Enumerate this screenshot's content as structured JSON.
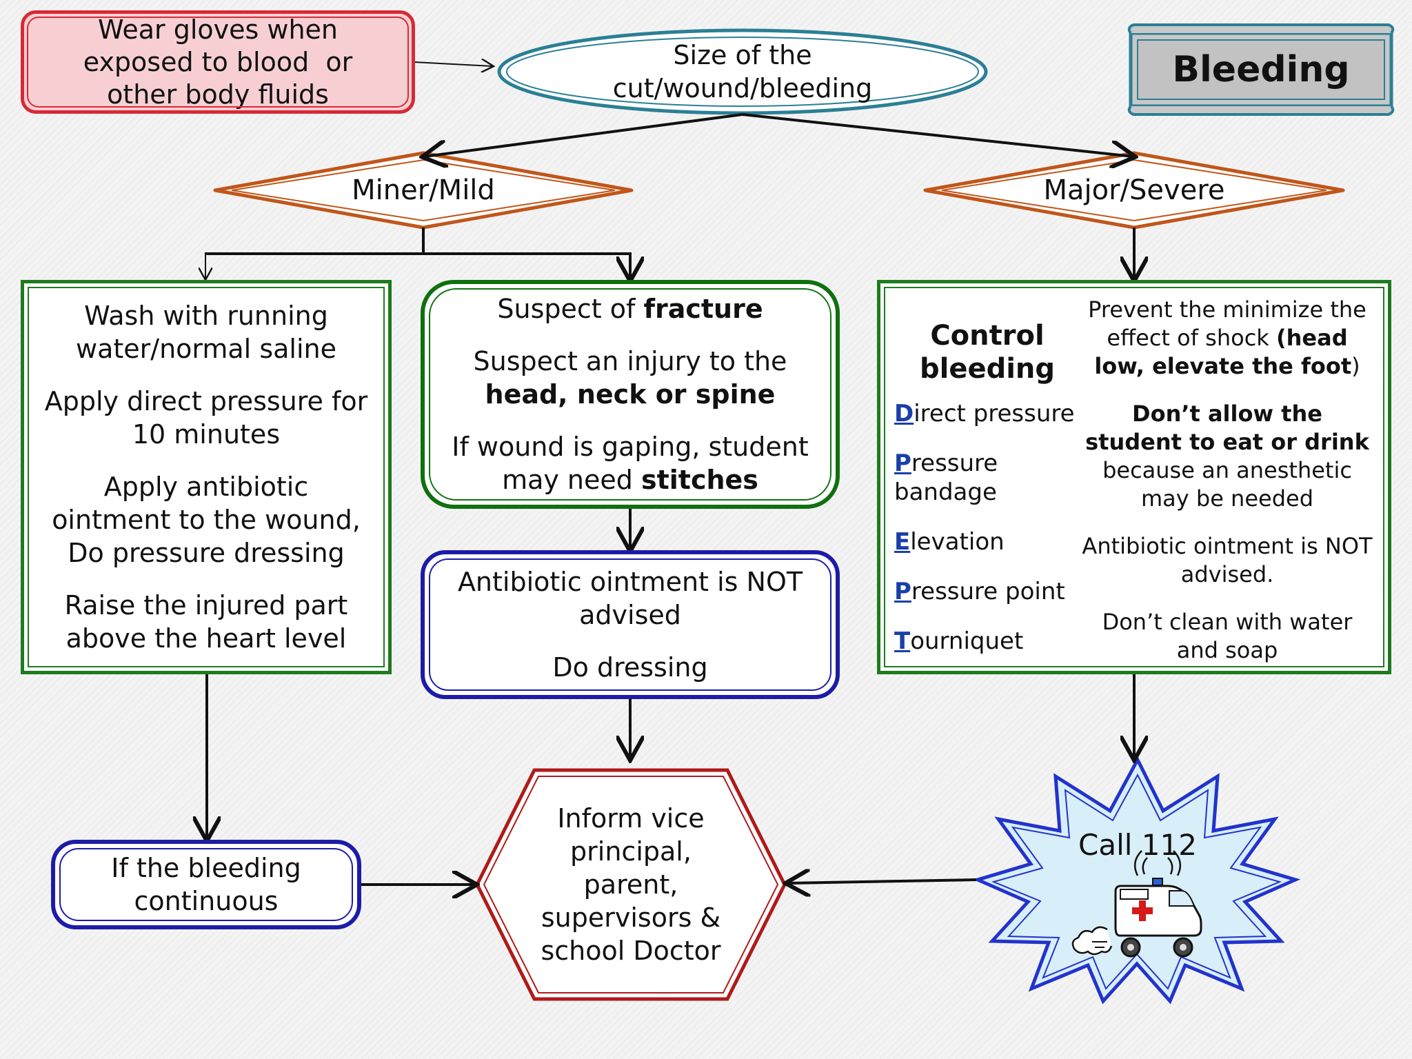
{
  "title": "Bleeding",
  "gloves": [
    "Wear gloves when",
    "exposed to blood  or",
    "other body fluids"
  ],
  "size": [
    "Size of the",
    "cut/wound/bleeding"
  ],
  "minor": "Miner/Mild",
  "major": "Major/Severe",
  "wash": {
    "l1": "Wash with running water/normal saline",
    "l2": "Apply direct pressure for 10 minutes",
    "l3": "Apply antibiotic ointment to the wound, Do pressure dressing",
    "l4": "Raise the injured part above the heart level"
  },
  "suspect": {
    "fracture_pre": "Suspect of ",
    "fracture_bold": "fracture",
    "injury_pre": "Suspect an injury to the",
    "injury_bold": "head, neck or spine",
    "gaping_pre": "If wound is gaping, student may need ",
    "gaping_bold": "stitches"
  },
  "ointment": {
    "l1": "Antibiotic ointment is NOT advised",
    "l2": "Do dressing"
  },
  "control": {
    "title": "Control bleeding",
    "items": [
      {
        "initial": "D",
        "rest": "irect pressure"
      },
      {
        "initial": "P",
        "rest": "ressure bandage"
      },
      {
        "initial": "E",
        "rest": "levation"
      },
      {
        "initial": "P",
        "rest": "ressure point"
      },
      {
        "initial": "T",
        "rest": "ourniquet"
      }
    ],
    "shock_pre": "Prevent the minimize the effect of shock ",
    "shock_bold": "(head low, elevate the foot",
    "shock_post": ")",
    "eat_bold": "Don’t allow the student to eat or drink",
    "eat_post": " because an anesthetic may be needed",
    "ointment": "Antibiotic ointment is NOT advised.",
    "clean": "Don’t clean with water and soap"
  },
  "continuous": "If the bleeding continuous",
  "inform": [
    "Inform vice",
    "principal,",
    "parent,",
    "supervisors &",
    "school Doctor"
  ],
  "call": "Call 112",
  "colors": {
    "red": "#d62a36",
    "teal": "#2b7f95",
    "orange": "#c0561a",
    "green": "#1e7a1e",
    "blue": "#1c1ca8",
    "hex_red": "#b01a1a",
    "burst": "#d8eef8"
  }
}
